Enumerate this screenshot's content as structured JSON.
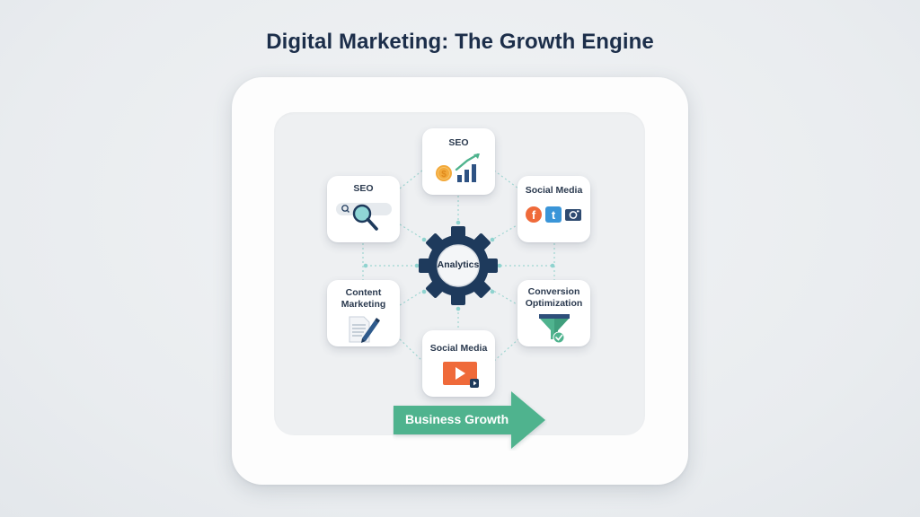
{
  "title": "Digital Marketing: The Growth Engine",
  "center": {
    "label": "Analytics",
    "icon": "gear-icon",
    "color": "#1e3a5c"
  },
  "nodes": [
    {
      "id": "seo-top",
      "label": "SEO",
      "icon": "coin-and-growth-chart-icon"
    },
    {
      "id": "seo-left",
      "label": "SEO",
      "icon": "search-magnifier-icon"
    },
    {
      "id": "social-media-right",
      "label": "Social Media",
      "icon": "social-icons-facebook-tumblr-camera"
    },
    {
      "id": "content-marketing",
      "label_line1": "Content",
      "label_line2": "Marketing",
      "icon": "document-pen-icon"
    },
    {
      "id": "conversion-optimization",
      "label_line1": "Conversion",
      "label_line2": "Optimization",
      "icon": "funnel-check-icon"
    },
    {
      "id": "social-media-bottom",
      "label": "Social Media",
      "icon": "video-play-icon"
    }
  ],
  "arrow": {
    "label": "Business Growth",
    "color": "#4fb38e"
  },
  "colors": {
    "navy": "#1e3a5c",
    "teal_connector": "#8fd3cf",
    "green": "#4fb38e",
    "orange": "#ef6a3a",
    "coin": "#f3a93a",
    "blue": "#3a95d8"
  }
}
